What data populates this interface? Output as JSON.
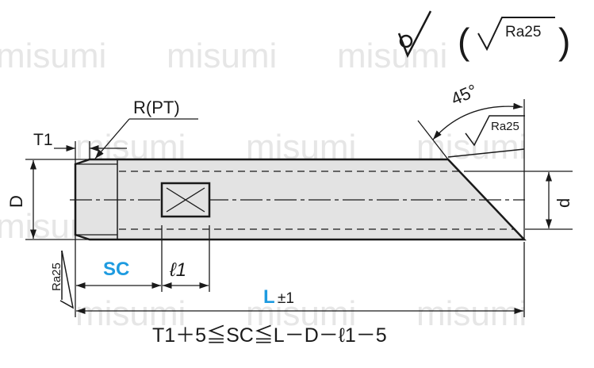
{
  "watermark": "misumi",
  "colors": {
    "line": "#1a1a1a",
    "fill": "#e3e3e3",
    "accent": "#1e9be0"
  },
  "surface": {
    "main_roughness": "Ra25",
    "paren_open": "(",
    "paren_close": ")",
    "chamfer_roughness": "Ra25",
    "end_roughness": "Ra25"
  },
  "labels": {
    "thread": "R(PT)",
    "t1": "T1",
    "angle": "45°",
    "d_big": "D",
    "d_small": "d",
    "sc": "SC",
    "l1": "ℓ1",
    "length": "L",
    "length_tol": "±1",
    "formula": "T1＋5≦SC≦L－D－ℓ1－5"
  }
}
